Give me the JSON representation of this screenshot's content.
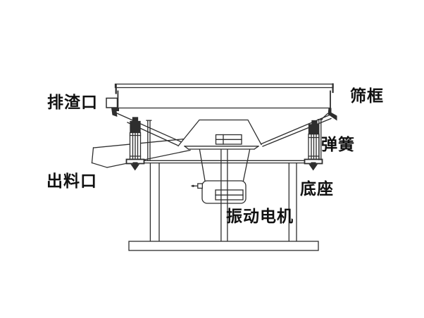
{
  "diagram": {
    "labels": {
      "slag_outlet": "排渣口",
      "sieve_frame": "筛框",
      "spring": "弹簧",
      "discharge_outlet": "出料口",
      "base": "底座",
      "vibration_motor": "振动电机"
    },
    "colors": {
      "line": "#2e2e2e",
      "background": "#ffffff",
      "label_text": "#111111"
    }
  }
}
